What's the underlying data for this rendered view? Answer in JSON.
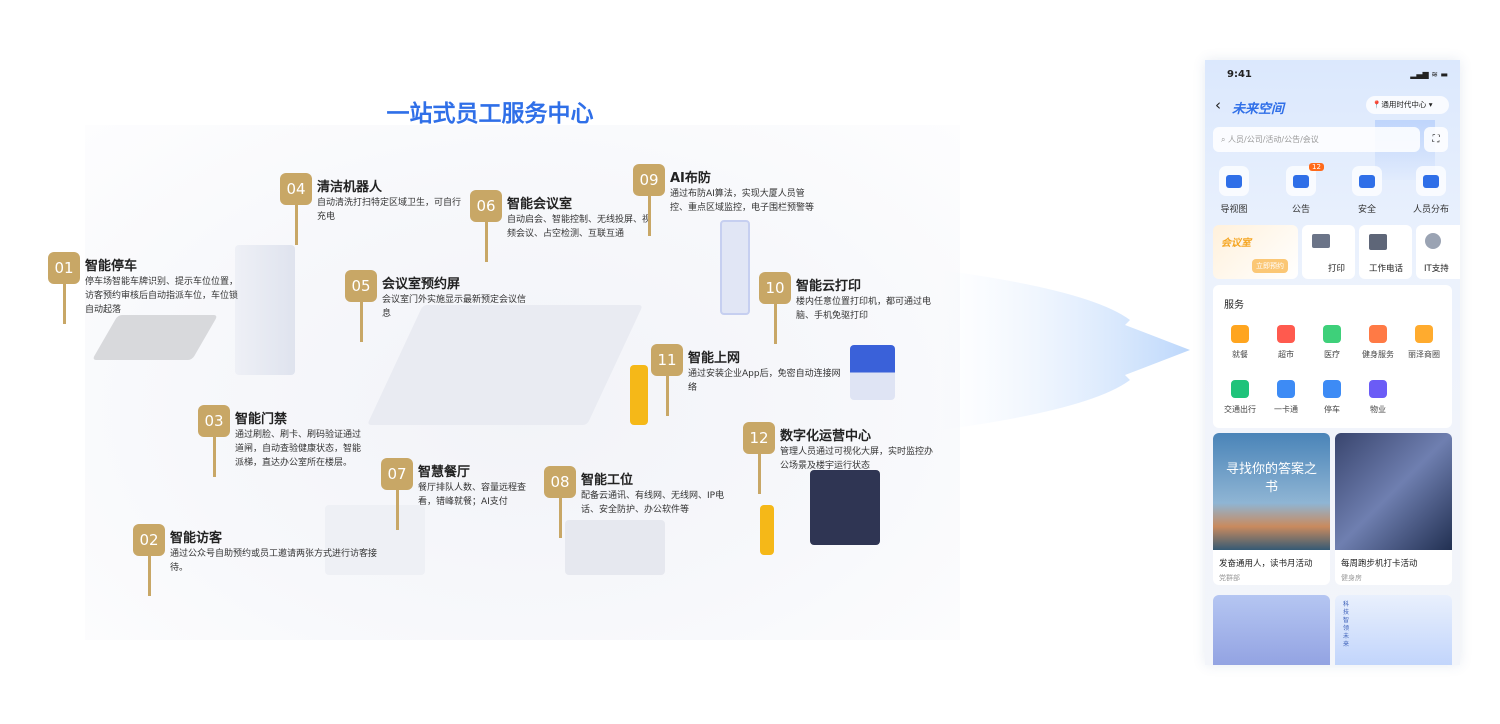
{
  "title": "一站式员工服务中心",
  "callouts": [
    {
      "num": "01",
      "title": "智能停车",
      "desc": "停车场智能车牌识别、提示车位位置，访客预约审核后自动指派车位，车位锁自动起落"
    },
    {
      "num": "02",
      "title": "智能访客",
      "desc": "通过公众号自助预约或员工邀请两张方式进行访客接待。"
    },
    {
      "num": "03",
      "title": "智能门禁",
      "desc": "通过刷脸、刷卡、刷码验证通过道闸，自动查验健康状态，智能派梯，直达办公室所在楼层。"
    },
    {
      "num": "04",
      "title": "清洁机器人",
      "desc": "自动清洗打扫特定区域卫生，可自行充电"
    },
    {
      "num": "05",
      "title": "会议室预约屏",
      "desc": "会议室门外实施显示最新预定会议信息"
    },
    {
      "num": "06",
      "title": "智能会议室",
      "desc": "自动启会、智能控制、无线投屏、视频会议、占空检测、互联互通"
    },
    {
      "num": "07",
      "title": "智慧餐厅",
      "desc": "餐厅排队人数、容量远程查看，错峰就餐；AI支付"
    },
    {
      "num": "08",
      "title": "智能工位",
      "desc": "配备云通讯、有线网、无线网、IP电话、安全防护、办公软件等"
    },
    {
      "num": "09",
      "title": "AI布防",
      "desc": "通过布防AI算法，实现大厦人员管控、重点区域监控，电子围栏预警等"
    },
    {
      "num": "10",
      "title": "智能云打印",
      "desc": "楼内任意位置打印机，都可通过电脑、手机免驱打印"
    },
    {
      "num": "11",
      "title": "智能上网",
      "desc": "通过安装企业App后，免密自动连接网络"
    },
    {
      "num": "12",
      "title": "数字化运营中心",
      "desc": "管理人员通过可视化大屏，实时监控办公场景及楼宇运行状态"
    }
  ],
  "phone": {
    "time": "9:41",
    "app_title": "未来空间",
    "location": "通用时代中心",
    "search_placeholder": "人员/公司/活动/公告/会议",
    "quick": [
      {
        "label": "导视图",
        "icon": "map-guide-icon"
      },
      {
        "label": "公告",
        "icon": "announcement-icon",
        "badge": "12"
      },
      {
        "label": "安全",
        "icon": "security-icon"
      },
      {
        "label": "人员分布",
        "icon": "people-distribution-icon"
      }
    ],
    "meeting_card": {
      "title": "会议室",
      "button": "立即预约"
    },
    "tools": [
      {
        "label": "打印"
      },
      {
        "label": "工作电话"
      },
      {
        "label": "IT支持"
      }
    ],
    "services_title": "服务",
    "services": [
      {
        "label": "就餐",
        "color": "#ffa51f"
      },
      {
        "label": "超市",
        "color": "#ff5a4e"
      },
      {
        "label": "医疗",
        "color": "#3ed07a"
      },
      {
        "label": "健身服务",
        "color": "#ff7a45"
      },
      {
        "label": "丽泽商圈",
        "color": "#ffab2e"
      },
      {
        "label": "交通出行",
        "color": "#1fc37a"
      },
      {
        "label": "一卡通",
        "color": "#3d8bf5"
      },
      {
        "label": "停车",
        "color": "#3d8bf5"
      },
      {
        "label": "物业",
        "color": "#6b5cf6"
      }
    ],
    "activities": [
      {
        "title": "发奋通用人，读书月活动",
        "sub": "党群部",
        "image_text": "寻找你的答案之书"
      },
      {
        "title": "每周跑步机打卡活动",
        "sub": "健身房"
      }
    ],
    "more_image_text": "科技智领未来"
  },
  "colors": {
    "accent": "#2f6fe8",
    "gold": "#c8a766"
  }
}
